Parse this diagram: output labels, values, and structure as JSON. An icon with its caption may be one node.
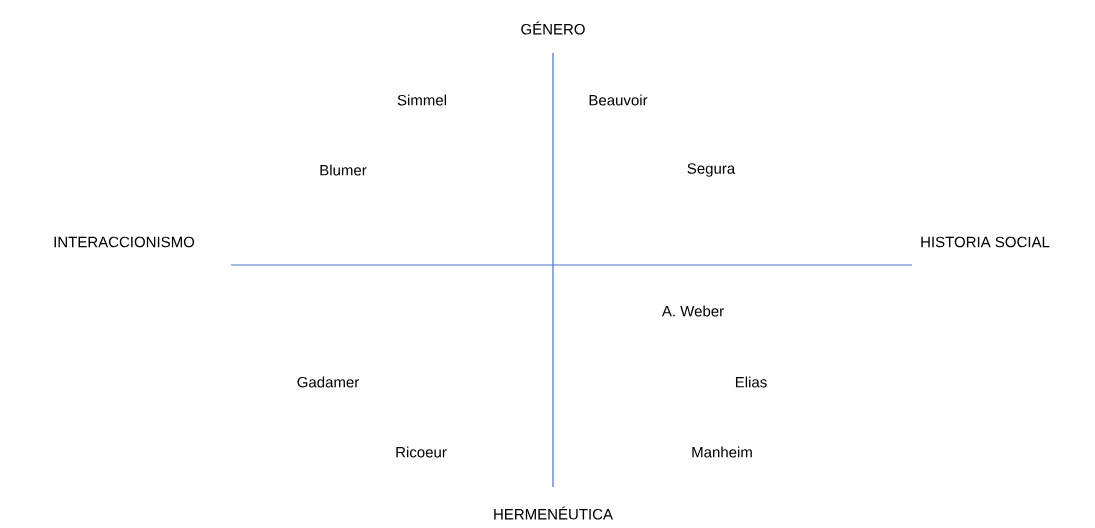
{
  "diagram": {
    "labels": [
      "GÉNERO",
      "Simmel",
      "Beauvoir",
      "Blumer",
      "Segura",
      "INTERACCIONISMO",
      "HISTORIA SOCIAL",
      "A. Weber",
      "Gadamer",
      "Elias",
      "Ricoeur",
      "Manheim",
      "HERMENÉUTICA"
    ]
  }
}
